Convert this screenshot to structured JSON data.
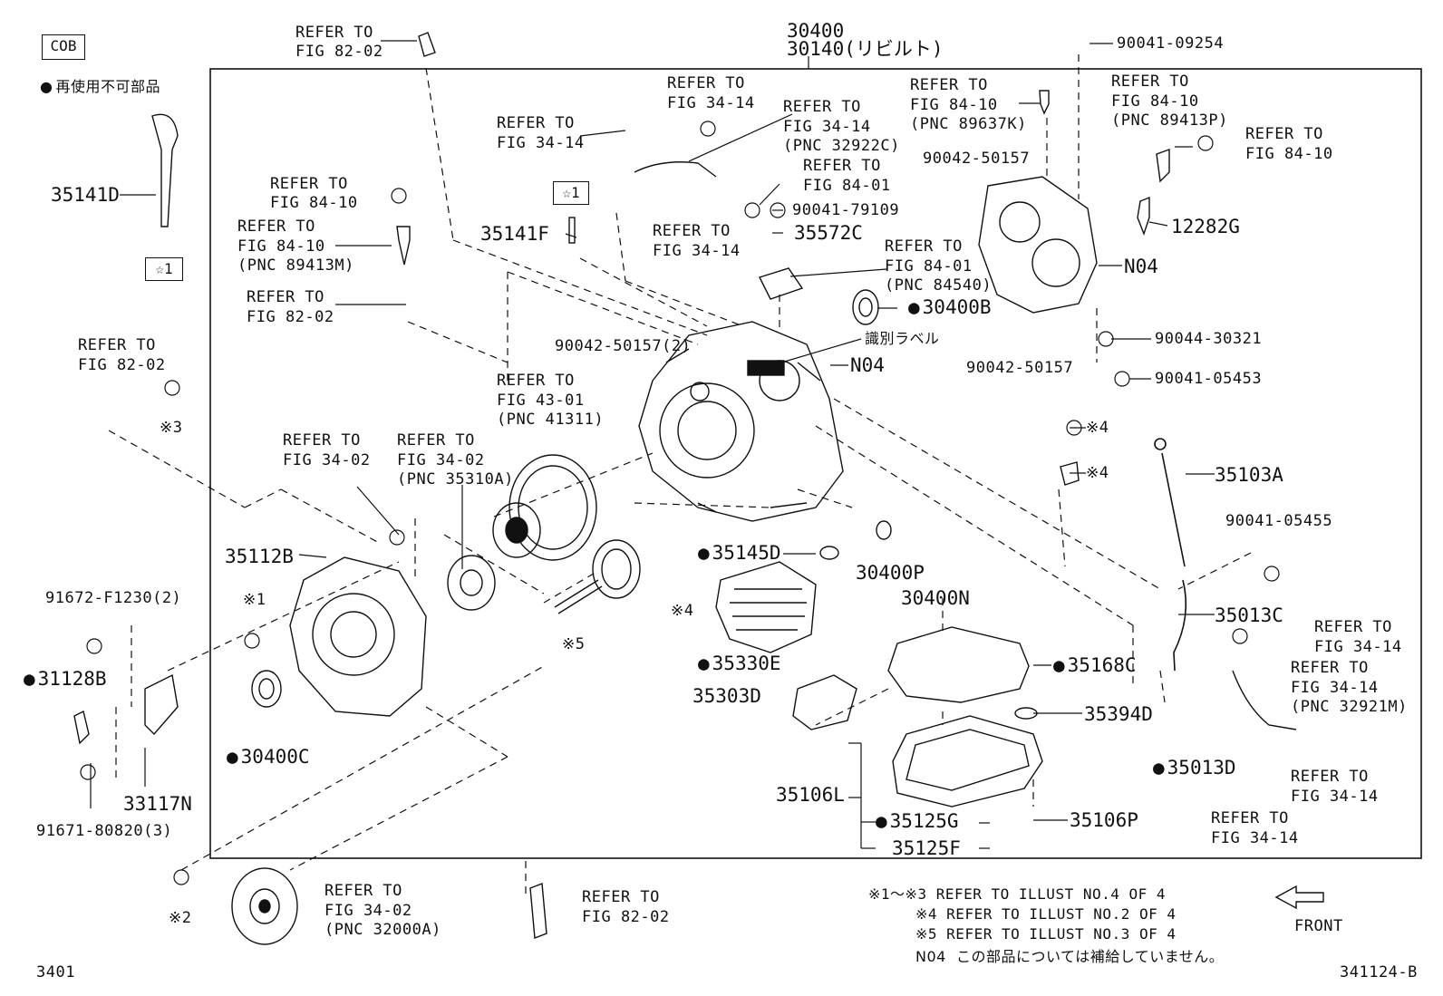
{
  "header": {
    "badge": "COB",
    "legend_text": "再使用不可部品",
    "top_number_1": "30400",
    "top_number_2": "30140(リビルト)"
  },
  "refer": {
    "refer_to": "REFER TO"
  },
  "labels": {
    "fig_82_02": "FIG 82-02",
    "fig_34_14": "FIG 34-14",
    "fig_84_10": "FIG 84-10",
    "fig_84_01": "FIG 84-01",
    "fig_43_01": "FIG 43-01",
    "fig_34_02": "FIG 34-02",
    "pnc_32922c": "(PNC 32922C)",
    "pnc_89637k": "(PNC 89637K)",
    "pnc_89413p": "(PNC 89413P)",
    "pnc_89413m": "(PNC 89413M)",
    "pnc_84540": "(PNC 84540)",
    "pnc_41311": "(PNC 41311)",
    "pnc_35310a": "(PNC 35310A)",
    "pnc_32921m": "(PNC 32921M)",
    "pnc_32000a": "(PNC 32000A)",
    "id_label": "識別ラベル",
    "star1": "☆1",
    "n04": "N04"
  },
  "parts": {
    "p35141D": "35141D",
    "p35141F": "35141F",
    "p35572C": "35572C",
    "p30400B": "30400B",
    "p12282G": "12282G",
    "p35112B": "35112B",
    "p30400C": "30400C",
    "p31128B": "31128B",
    "p33117N": "33117N",
    "p35145D": "35145D",
    "p30400P": "30400P",
    "p30400N": "30400N",
    "p35330E": "35330E",
    "p35303D": "35303D",
    "p35168C": "35168C",
    "p35394D": "35394D",
    "p35106L": "35106L",
    "p35125G": "35125G",
    "p35125F": "35125F",
    "p35106P": "35106P",
    "p35103A": "35103A",
    "p35013C": "35013C",
    "p35013D": "35013D",
    "n_90041_09254": "90041-09254",
    "n_90041_79109": "90041-79109",
    "n_90042_50157a": "90042-50157",
    "n_90042_50157b": "90042-50157",
    "n_90042_50157_2": "90042-50157(2)",
    "n_90044_30321": "90044-30321",
    "n_90041_05453": "90041-05453",
    "n_90041_05455": "90041-05455",
    "n_91672_f1230": "91672-F1230(2)",
    "n_91671_80820": "91671-80820(3)"
  },
  "marks": {
    "k1": "※1",
    "k2": "※2",
    "k3": "※3",
    "k4": "※4",
    "k5": "※5"
  },
  "notes": {
    "line1": "※1～※3 REFER TO ILLUST NO.4 OF 4",
    "line2": "※4 REFER TO ILLUST NO.2 OF 4",
    "line3": "※5 REFER TO ILLUST NO.3 OF 4",
    "n04_note": "N04  この部品については補給していません。",
    "front": "FRONT"
  },
  "footer": {
    "left_code": "3401",
    "right_code": "341124-B"
  }
}
